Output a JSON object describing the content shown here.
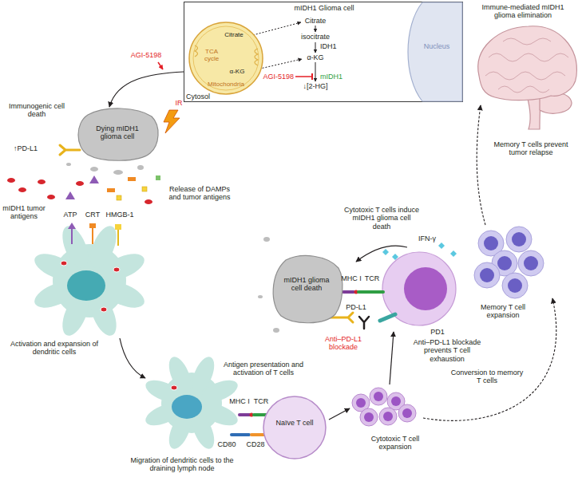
{
  "diagram": {
    "nodes": [
      {
        "text": [
          "mIDH1 Glioma cell"
        ]
      },
      {
        "text": [
          "Citrate",
          "TCA cycle",
          "α-KG",
          "Mitochondria"
        ],
        "in": 0
      },
      {
        "text": [
          "Nucleus"
        ],
        "in": 0
      },
      {
        "text": [
          "Dying mIDH1 glioma cell"
        ]
      },
      {
        "text": [
          "Naïve T cell"
        ]
      },
      {
        "text": [
          "mIDH1 glioma cell death"
        ]
      }
    ],
    "edges": [
      {
        "from": 0,
        "to": 3,
        "arrow": "to"
      }
    ],
    "labels": [
      "Citrate",
      "isocitrate",
      "IDH1",
      "α-KG",
      "AGI-5198",
      "mIDH1",
      "↓[2-HG]",
      "Cytosol",
      "AGI-5198",
      "IR",
      "Immunogenic cell death",
      "↑PD-L1",
      "Release of DAMPs and tumor antigens",
      "mIDH1 tumor antigens",
      "ATP",
      "CRT",
      "HMGB-1",
      "Activation and expansion of dendritic cells",
      "MHC I",
      "TCR",
      "CD80",
      "CD28",
      "Antigen presentation and activation of T cells",
      "Migration of dendritic cells to the draining lymph node",
      "Cytotoxic T cell expansion",
      "Cytotoxic T cells induce mIDH1 glioma cell death",
      "IFN-γ",
      "MHC I",
      "TCR",
      "PD-L1",
      "PD1",
      "Anti–PD-L1 blockade",
      "Anti–PD-L1 blockade prevents T cell exhaustion",
      "Conversion to memory T cells",
      "Memory T cell expansion",
      "Memory T cells prevent tumor relapse",
      "Immune-mediated mIDH1 glioma elimination"
    ]
  }
}
